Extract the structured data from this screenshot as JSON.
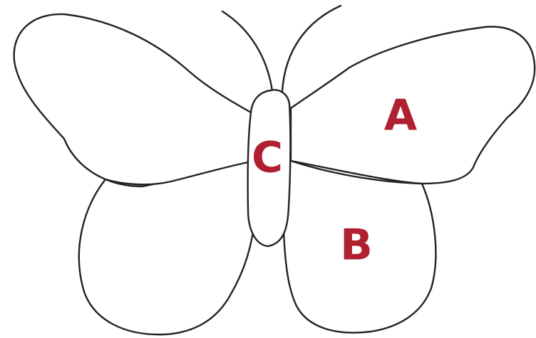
{
  "diagram": {
    "colors": {
      "outline": "#222222",
      "label": "#b02030",
      "background": "#ffffff"
    },
    "labels": {
      "forewing": "A",
      "hindwing": "B",
      "body": "C"
    }
  }
}
